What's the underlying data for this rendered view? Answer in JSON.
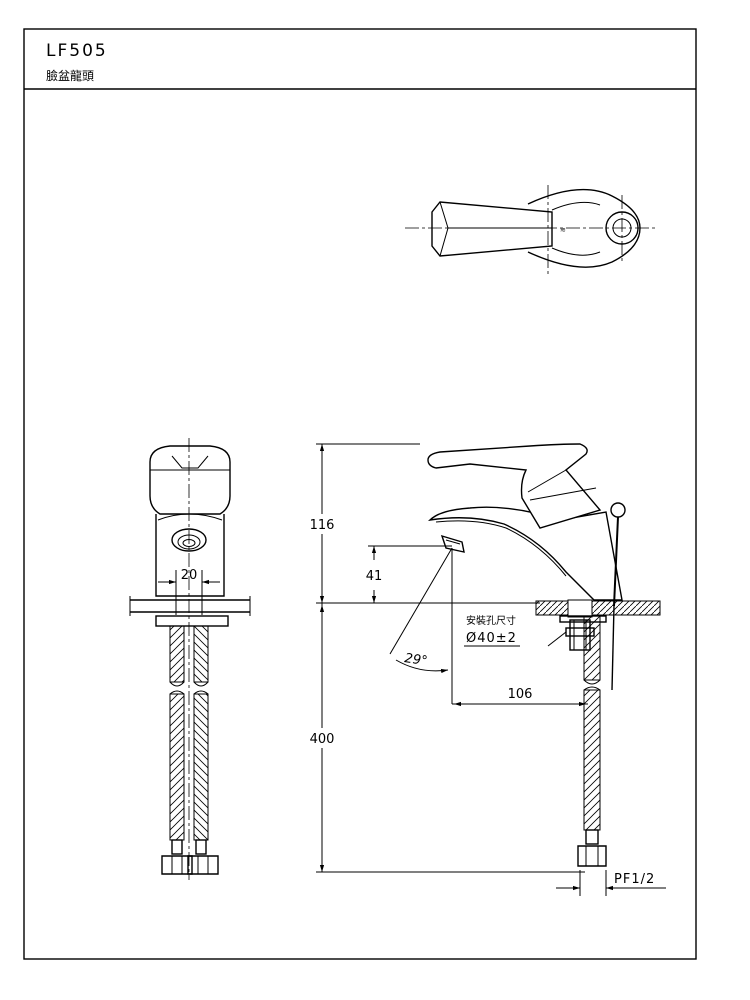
{
  "title_block": {
    "model": "LF505",
    "name": "臉盆龍頭"
  },
  "dimensions": {
    "front_spacing": "20",
    "height_above_deck": "116",
    "spout_outlet_height": "41",
    "spray_angle": "29°",
    "reach": "106",
    "hose_length": "400",
    "mounting_hole_label": "安裝孔尺寸",
    "mounting_hole_value": "Ø40±2",
    "connection_thread": "PF1/2"
  }
}
